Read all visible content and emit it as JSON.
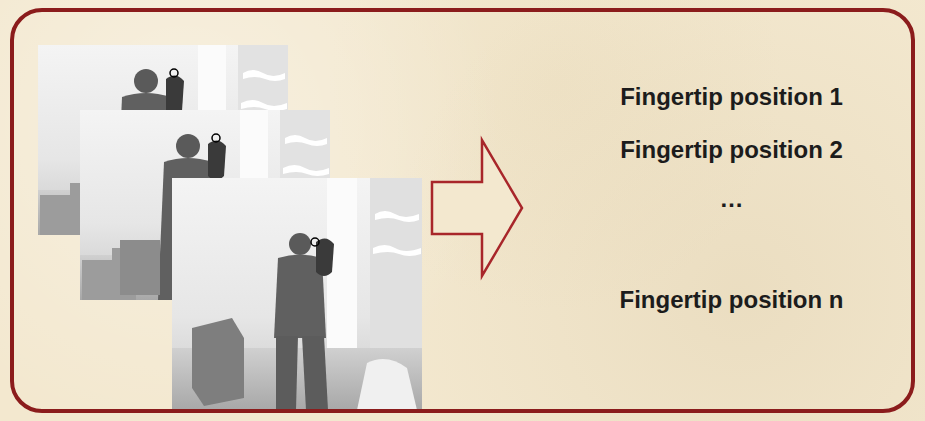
{
  "diagram": {
    "nodes": [
      {
        "text": [
          "Fingertip position 1",
          "Fingertip position 2",
          "…",
          "Fingertip position n"
        ]
      }
    ]
  }
}
